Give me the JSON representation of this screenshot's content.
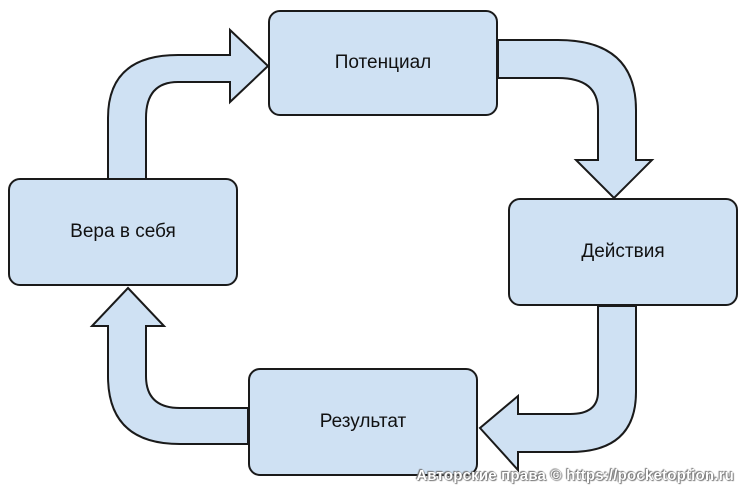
{
  "nodes": {
    "potential": "Потенциал",
    "actions": "Действия",
    "result": "Результат",
    "belief": "Вера в себя"
  },
  "colors": {
    "node_fill": "#cfe1f3",
    "arrow_fill": "#cfe1f3",
    "outline": "#1a1a1a",
    "background": "#ffffff"
  },
  "watermark": "Авторские права © https://pocketoption.ru"
}
